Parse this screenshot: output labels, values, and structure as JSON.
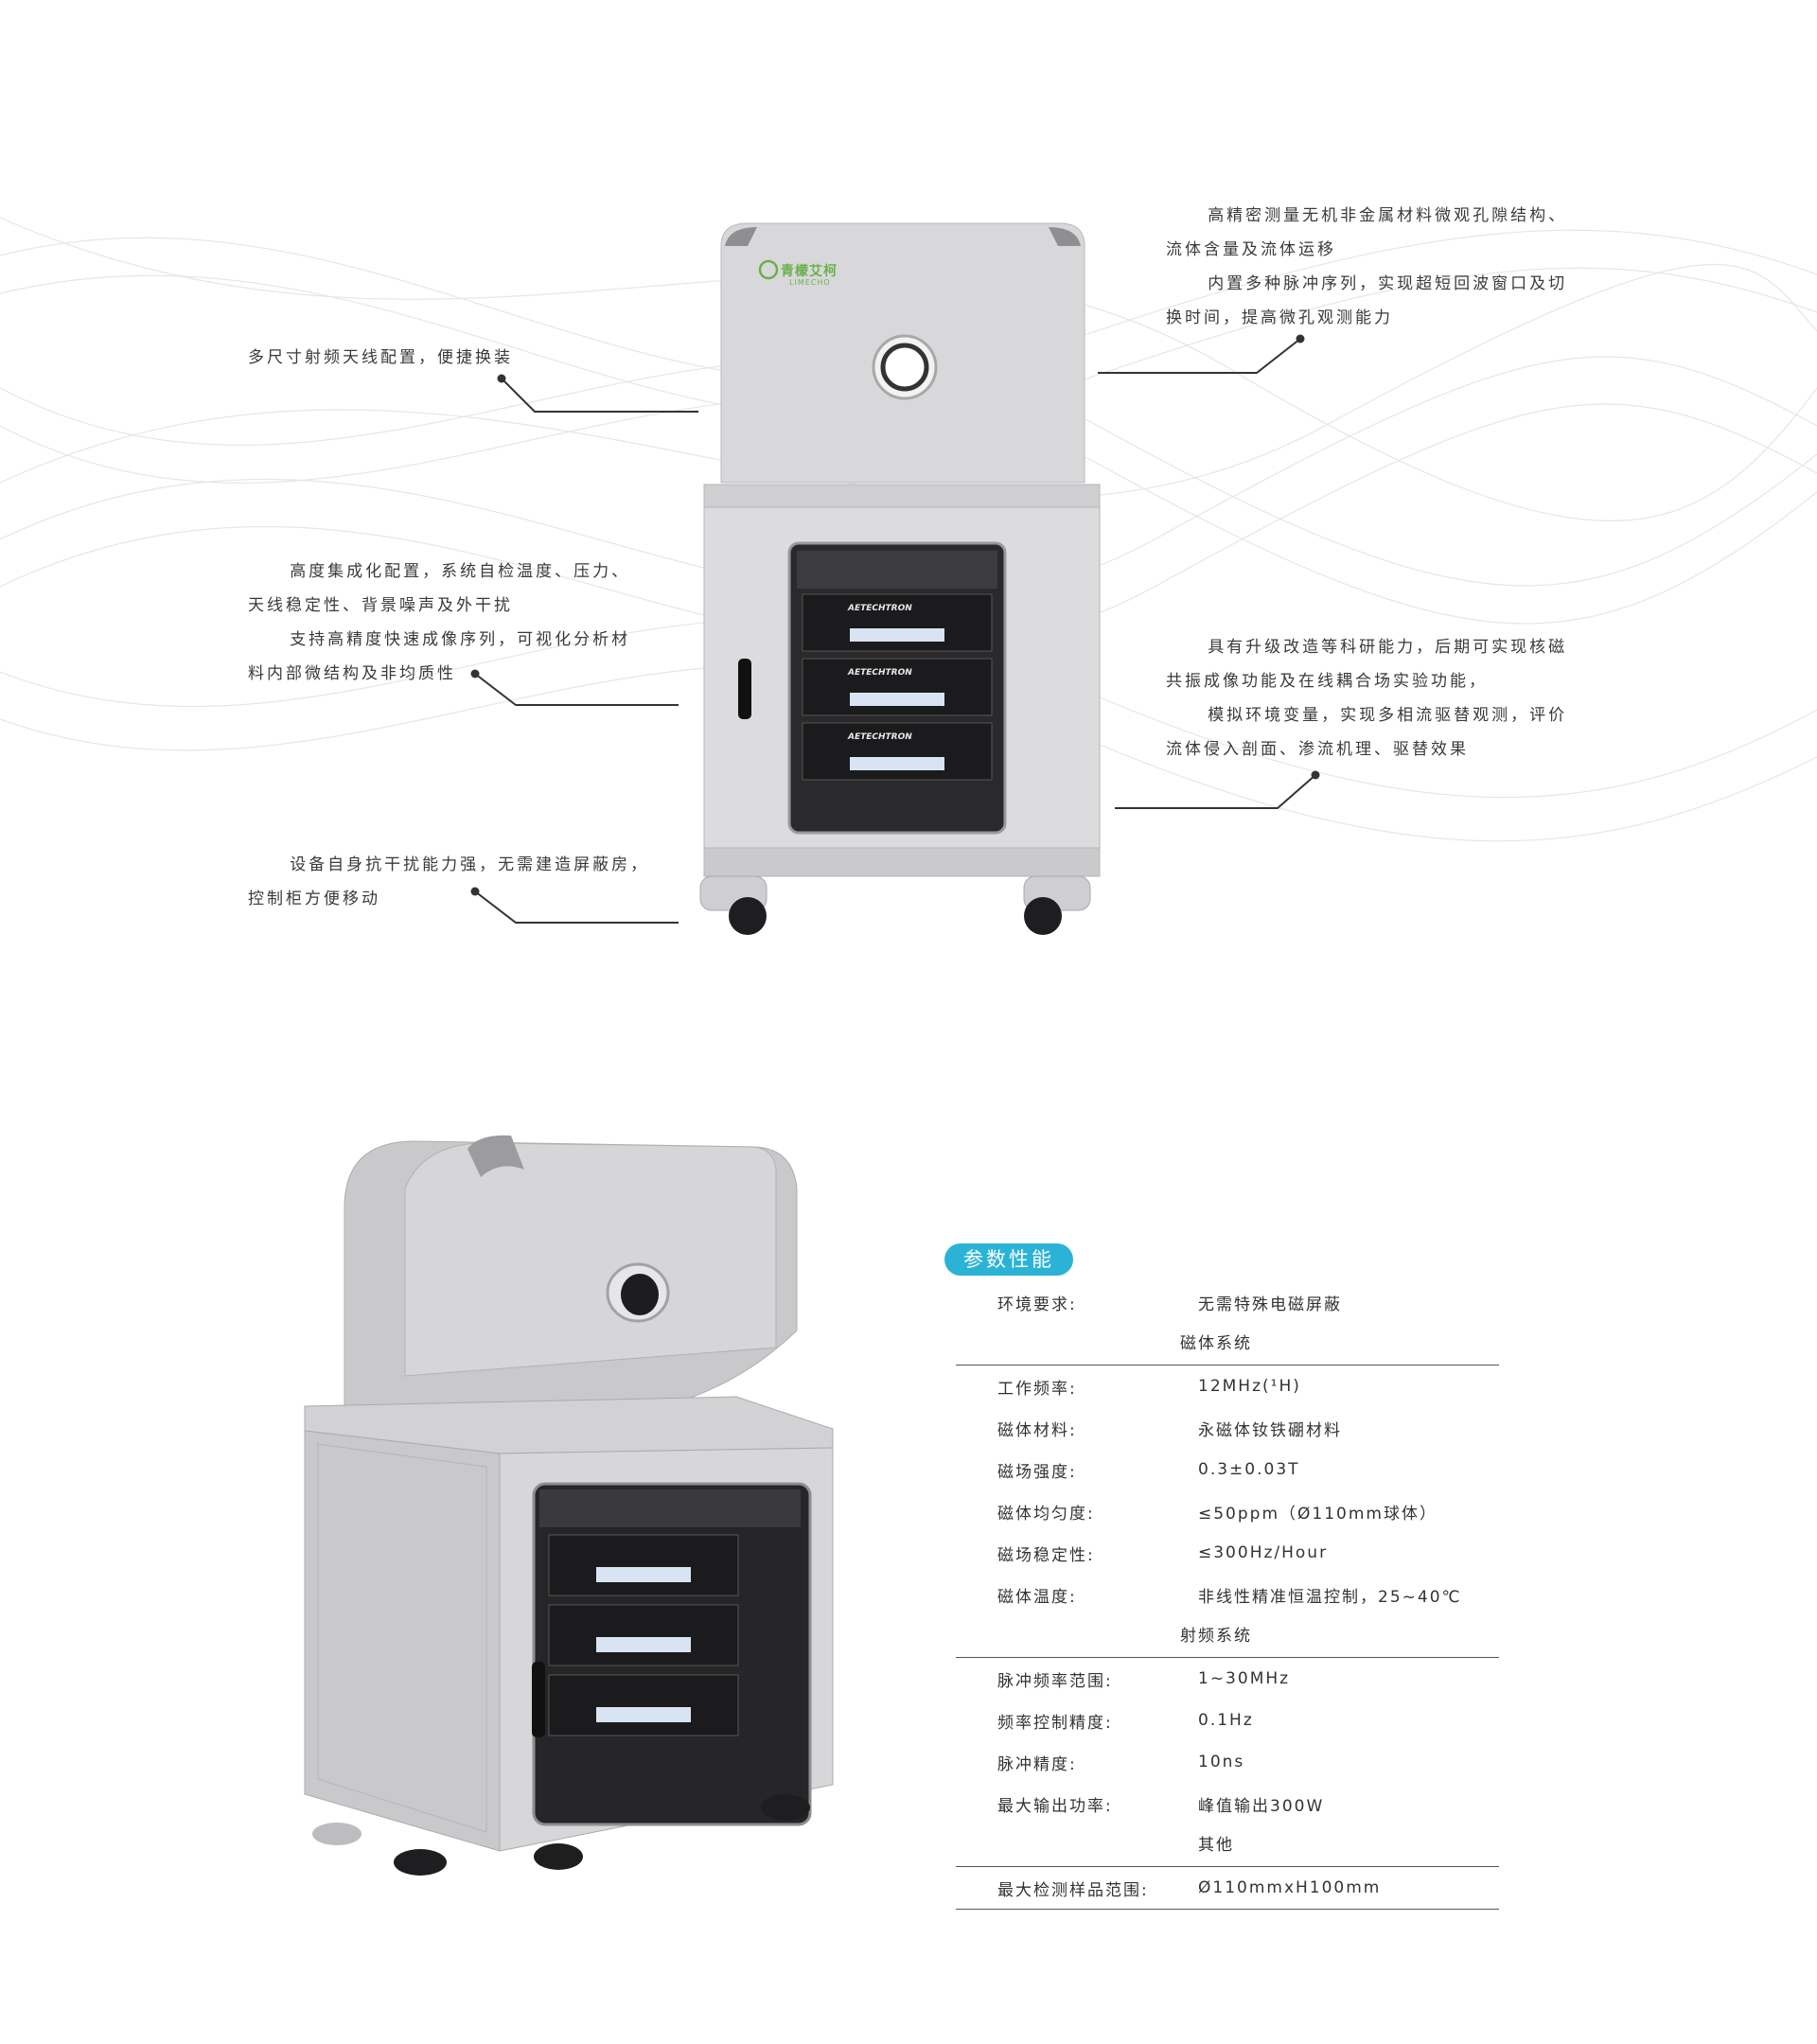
{
  "product": {
    "brand_cn": "青檬艾柯",
    "brand_en": "LIMECHO",
    "rack_brand": "AETECHTRON"
  },
  "callouts": {
    "left": [
      {
        "lines": [
          "多尺寸射频天线配置，便捷换装"
        ]
      },
      {
        "lines": [
          "高度集成化配置，系统自检温度、压力、",
          "天线稳定性、背景噪声及外干扰",
          "支持高精度快速成像序列，可视化分析材",
          "料内部微结构及非均质性"
        ]
      },
      {
        "lines": [
          "设备自身抗干扰能力强，无需建造屏蔽房，",
          "控制柜方便移动"
        ]
      }
    ],
    "right": [
      {
        "lines": [
          "高精密测量无机非金属材料微观孔隙结构、",
          "流体含量及流体运移",
          "内置多种脉冲序列，实现超短回波窗口及切",
          "换时间，提高微孔观测能力"
        ]
      },
      {
        "lines": [
          "具有升级改造等科研能力，后期可实现核磁",
          "共振成像功能及在线耦合场实验功能，",
          "模拟环境变量，实现多相流驱替观测，评价",
          "流体侵入剖面、渗流机理、驱替效果"
        ]
      }
    ]
  },
  "specs": {
    "title": "参数性能",
    "env_label": "环境要求:",
    "env_value": "无需特殊电磁屏蔽",
    "sections": [
      {
        "name": "磁体系统",
        "rows": [
          {
            "label": "工作频率:",
            "value": "12MHz(¹H)"
          },
          {
            "label": "磁体材料:",
            "value": "永磁体钕铁硼材料"
          },
          {
            "label": "磁场强度:",
            "value": "0.3±0.03T"
          },
          {
            "label": "磁体均匀度:",
            "value": "≤50ppm（Ø110mm球体）"
          },
          {
            "label": "磁场稳定性:",
            "value": "≤300Hz/Hour"
          },
          {
            "label": "磁体温度:",
            "value": "非线性精准恒温控制，25~40℃"
          }
        ]
      },
      {
        "name": "射频系统",
        "rows": [
          {
            "label": "脉冲频率范围:",
            "value": "1~30MHz"
          },
          {
            "label": "频率控制精度:",
            "value": "0.1Hz"
          },
          {
            "label": "脉冲精度:",
            "value": "10ns"
          },
          {
            "label": "最大输出功率:",
            "value": "峰值输出300W"
          }
        ]
      },
      {
        "name": "其他",
        "rows": [
          {
            "label": "最大检测样品范围:",
            "value": "Ø110mmxH100mm"
          }
        ]
      }
    ]
  },
  "colors": {
    "accent": "#2bb3d6",
    "brand_green": "#6ab04c",
    "cabinet": "#d9d9db",
    "hood": "#cfcfd1"
  }
}
